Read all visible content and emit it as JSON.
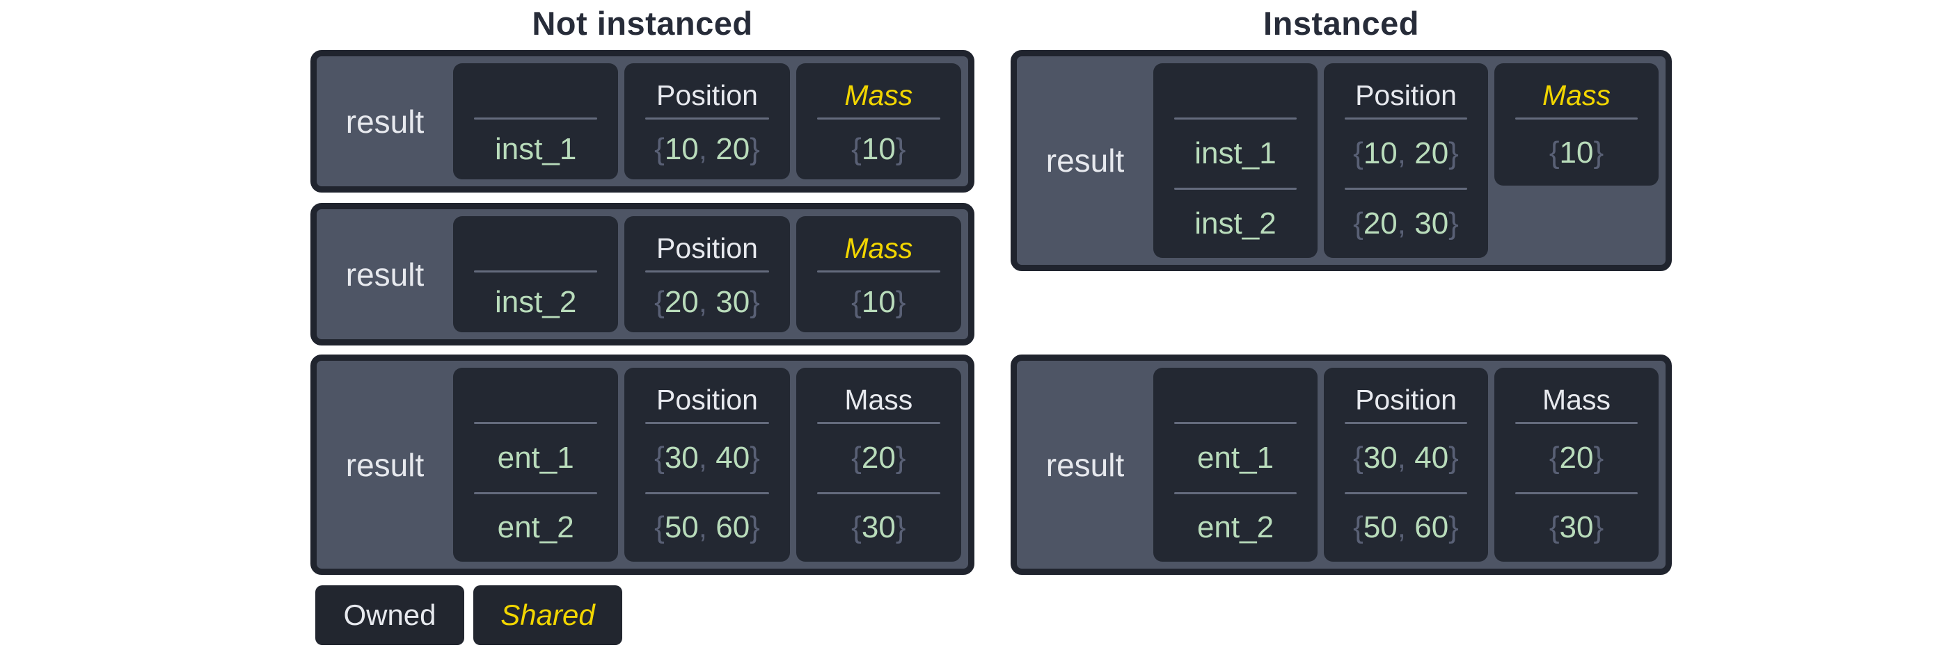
{
  "colors": {
    "accent_yellow": "#f2d600",
    "value_green": "#b9dcbb",
    "brace_gray": "#596075",
    "panel_slate": "#4e5565",
    "cell_dark": "#232832",
    "border_dark": "#20242e",
    "divider_gray": "#646b7d",
    "text_light": "#e7e9ee",
    "title_dark": "#272c39"
  },
  "legend": {
    "owned": "Owned",
    "shared": "Shared"
  },
  "sections": [
    {
      "id": "not-instanced",
      "title": "Not instanced",
      "tables": [
        {
          "row_label": "result",
          "columns": [
            {
              "header": "",
              "shared": false,
              "rows": [
                {
                  "type": "name",
                  "text": "inst_1"
                }
              ]
            },
            {
              "header": "Position",
              "shared": false,
              "rows": [
                {
                  "type": "tuple",
                  "nums": [
                    "10",
                    "20"
                  ]
                }
              ]
            },
            {
              "header": "Mass",
              "shared": true,
              "rows": [
                {
                  "type": "tuple",
                  "nums": [
                    "10"
                  ]
                }
              ]
            }
          ]
        },
        {
          "row_label": "result",
          "columns": [
            {
              "header": "",
              "shared": false,
              "rows": [
                {
                  "type": "name",
                  "text": "inst_2"
                }
              ]
            },
            {
              "header": "Position",
              "shared": false,
              "rows": [
                {
                  "type": "tuple",
                  "nums": [
                    "20",
                    "30"
                  ]
                }
              ]
            },
            {
              "header": "Mass",
              "shared": true,
              "rows": [
                {
                  "type": "tuple",
                  "nums": [
                    "10"
                  ]
                }
              ]
            }
          ]
        },
        {
          "row_label": "result",
          "columns": [
            {
              "header": "",
              "shared": false,
              "rows": [
                {
                  "type": "name",
                  "text": "ent_1"
                },
                {
                  "type": "name",
                  "text": "ent_2"
                }
              ]
            },
            {
              "header": "Position",
              "shared": false,
              "rows": [
                {
                  "type": "tuple",
                  "nums": [
                    "30",
                    "40"
                  ]
                },
                {
                  "type": "tuple",
                  "nums": [
                    "50",
                    "60"
                  ]
                }
              ]
            },
            {
              "header": "Mass",
              "shared": false,
              "rows": [
                {
                  "type": "tuple",
                  "nums": [
                    "20"
                  ]
                },
                {
                  "type": "tuple",
                  "nums": [
                    "30"
                  ]
                }
              ]
            }
          ]
        }
      ]
    },
    {
      "id": "instanced",
      "title": "Instanced",
      "tables": [
        {
          "row_label": "result",
          "columns": [
            {
              "header": "",
              "shared": false,
              "rows": [
                {
                  "type": "name",
                  "text": "inst_1"
                },
                {
                  "type": "name",
                  "text": "inst_2"
                }
              ]
            },
            {
              "header": "Position",
              "shared": false,
              "rows": [
                {
                  "type": "tuple",
                  "nums": [
                    "10",
                    "20"
                  ]
                },
                {
                  "type": "tuple",
                  "nums": [
                    "20",
                    "30"
                  ]
                }
              ]
            },
            {
              "header": "Mass",
              "shared": true,
              "short_cell": true,
              "rows": [
                {
                  "type": "tuple",
                  "nums": [
                    "10"
                  ]
                }
              ]
            }
          ]
        },
        {
          "row_label": "result",
          "columns": [
            {
              "header": "",
              "shared": false,
              "rows": [
                {
                  "type": "name",
                  "text": "ent_1"
                },
                {
                  "type": "name",
                  "text": "ent_2"
                }
              ]
            },
            {
              "header": "Position",
              "shared": false,
              "rows": [
                {
                  "type": "tuple",
                  "nums": [
                    "30",
                    "40"
                  ]
                },
                {
                  "type": "tuple",
                  "nums": [
                    "50",
                    "60"
                  ]
                }
              ]
            },
            {
              "header": "Mass",
              "shared": false,
              "rows": [
                {
                  "type": "tuple",
                  "nums": [
                    "20"
                  ]
                },
                {
                  "type": "tuple",
                  "nums": [
                    "30"
                  ]
                }
              ]
            }
          ]
        }
      ]
    }
  ]
}
